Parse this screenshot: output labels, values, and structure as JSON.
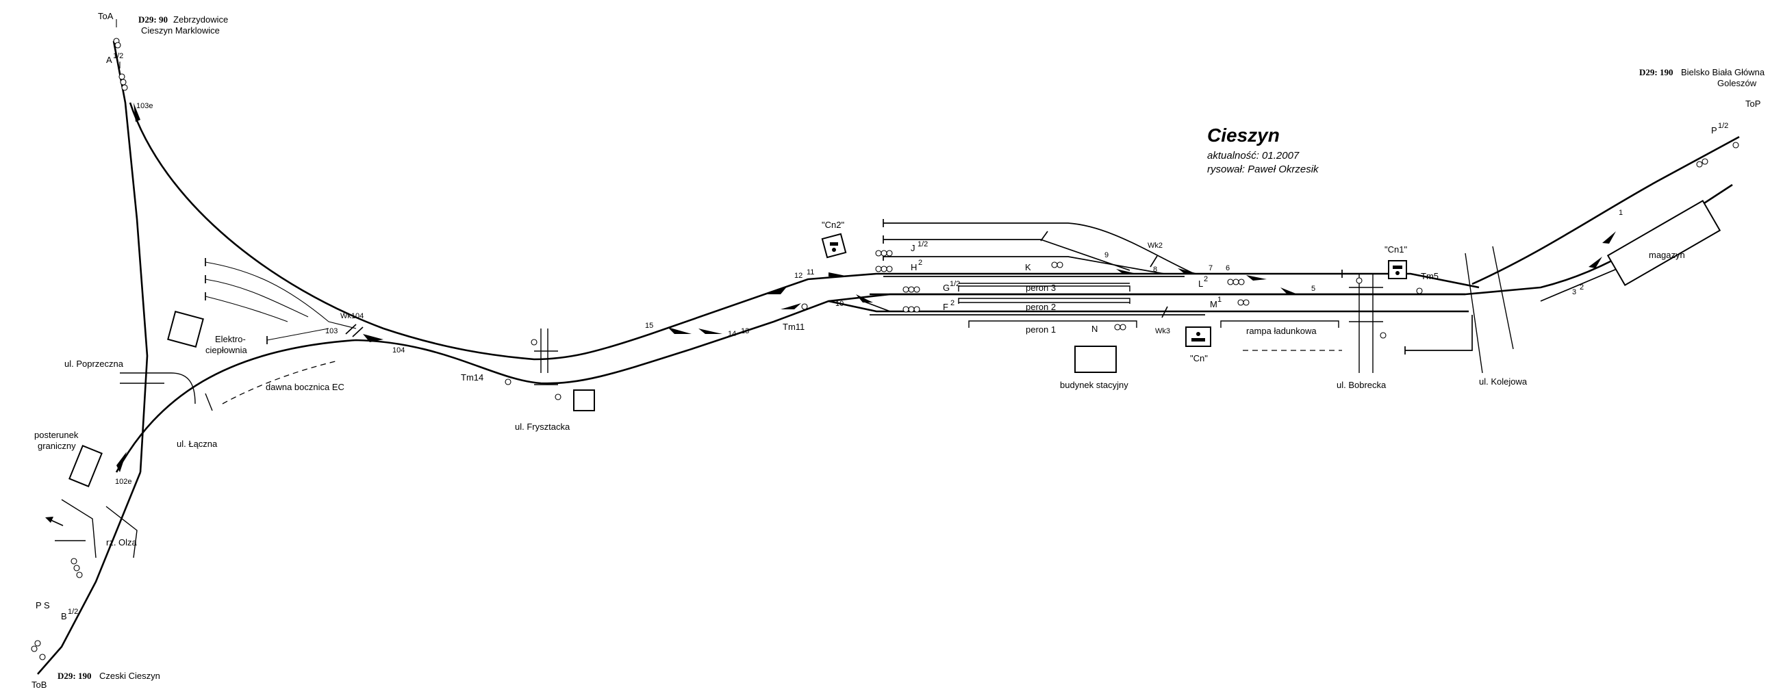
{
  "header": {
    "title": "Cieszyn",
    "updated": "aktualność: 01.2007",
    "author": "rysował: Paweł Okrzesik"
  },
  "destinations": {
    "north_west": {
      "code": "D29: 90",
      "line1": "Zebrzydowice",
      "line2": "Cieszyn Marklowice",
      "end": "ToA",
      "signal": "A",
      "signal_sup": "1/2",
      "km": "103e"
    },
    "south_west": {
      "code": "D29: 190",
      "line1": "Czeski Cieszyn",
      "end": "ToB",
      "signal": "B",
      "signal_sup": "1/2",
      "km": "102e",
      "ps": "P S"
    },
    "east": {
      "code": "D29: 190",
      "line1": "Bielsko Biała Główna",
      "line2": "Goleszów",
      "end": "ToP",
      "signal": "P",
      "signal_sup": "1/2"
    }
  },
  "places": {
    "poprzeczna": "ul. Poprzeczna",
    "laczna": "ul. Łączna",
    "posterunek_1": "posterunek",
    "posterunek_2": "graniczny",
    "olza": "rz. Olza",
    "ec_1": "Elektro-",
    "ec_2": "ciepłownia",
    "dawna": "dawna bocznica EC",
    "frysztacka": "ul. Frysztacka",
    "budynek": "budynek stacyjny",
    "bobrecka": "ul. Bobrecka",
    "kolejowa": "ul. Kolejowa",
    "magazyn": "magazyn",
    "rampa": "rampa ładunkowa"
  },
  "platforms": {
    "p1": "peron 1",
    "p2": "peron 2",
    "p3": "peron 3"
  },
  "posts": {
    "cn": "\"Cn\"",
    "cn1": "\"Cn1\"",
    "cn2": "\"Cn2\""
  },
  "crossings": {
    "wk104": "Wk104",
    "wk2": "Wk2",
    "wk3": "Wk3"
  },
  "shunting": {
    "tm14": "Tm14",
    "tm11": "Tm11",
    "tm5": "Tm5"
  },
  "switches": {
    "s103": "103",
    "s104": "104",
    "s15": "15",
    "s14": "14",
    "s13": "13",
    "s12": "12",
    "s11": "11",
    "s10": "10",
    "s9": "9",
    "s8": "8",
    "s7": "7",
    "s6": "6",
    "s5": "5",
    "s3": "3",
    "s2": "2",
    "s1": "1"
  },
  "signals": {
    "J": "J",
    "J_sup": "1/2",
    "H": "H",
    "H_sup": "2",
    "K": "K",
    "G": "G",
    "G_sup": "1/2",
    "F": "F",
    "F_sup": "2",
    "L": "L",
    "L_sup": "2",
    "M": "M",
    "M_sup": "1",
    "N": "N"
  },
  "colors": {
    "ink": "#000000",
    "background": "#ffffff"
  }
}
